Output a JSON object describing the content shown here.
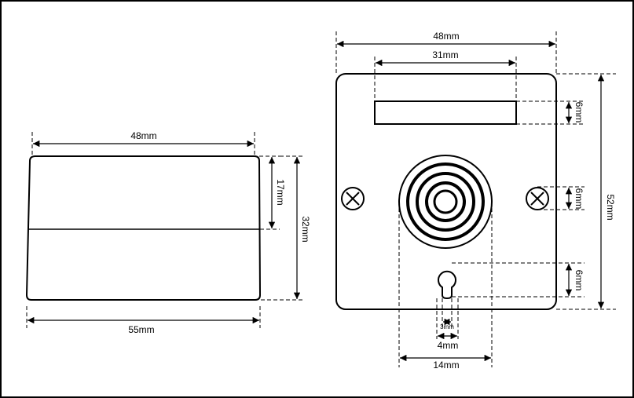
{
  "side_view": {
    "top_width": "48mm",
    "bottom_width": "55mm",
    "upper_height": "17mm",
    "total_height": "32mm"
  },
  "front_view": {
    "total_width": "48mm",
    "slot_width": "31mm",
    "slot_height": "6mm",
    "screw_height": "6mm",
    "keyhole_height": "6mm",
    "total_height": "52mm",
    "keyhole_width": "3mm",
    "keyhole_span": "4mm",
    "speaker_width": "14mm"
  }
}
